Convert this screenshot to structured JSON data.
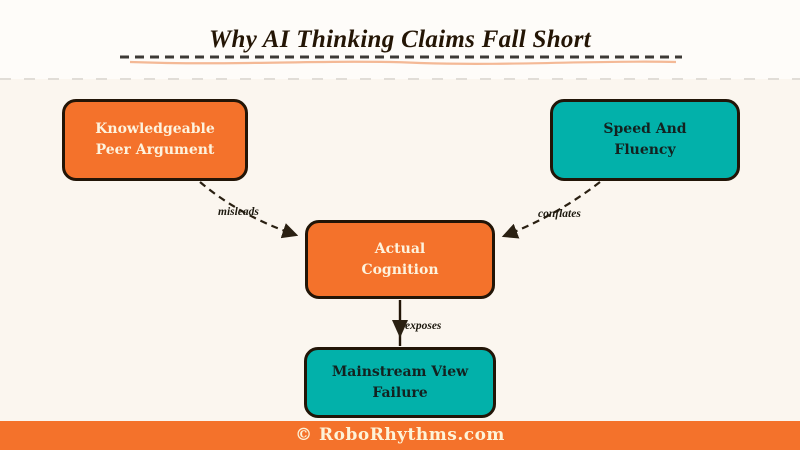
{
  "title": "Why AI Thinking Claims Fall Short",
  "nodes": {
    "peer_argument": {
      "label": "Knowledgeable\nPeer Argument"
    },
    "speed_fluency": {
      "label": "Speed And\nFluency"
    },
    "actual_cognition": {
      "label": "Actual\nCognition"
    },
    "mainstream_failure": {
      "label": "Mainstream View\nFailure"
    }
  },
  "edges": {
    "peer_to_cognition": {
      "label": "misleads"
    },
    "speed_to_cognition": {
      "label": "conflates"
    },
    "cognition_to_failure": {
      "label": "exposes"
    }
  },
  "footer": {
    "text": "© RoboRhythms.com"
  },
  "colors": {
    "orange": "#f4722b",
    "teal": "#02b1aa",
    "ink": "#241505",
    "background": "#fbf6ef"
  }
}
